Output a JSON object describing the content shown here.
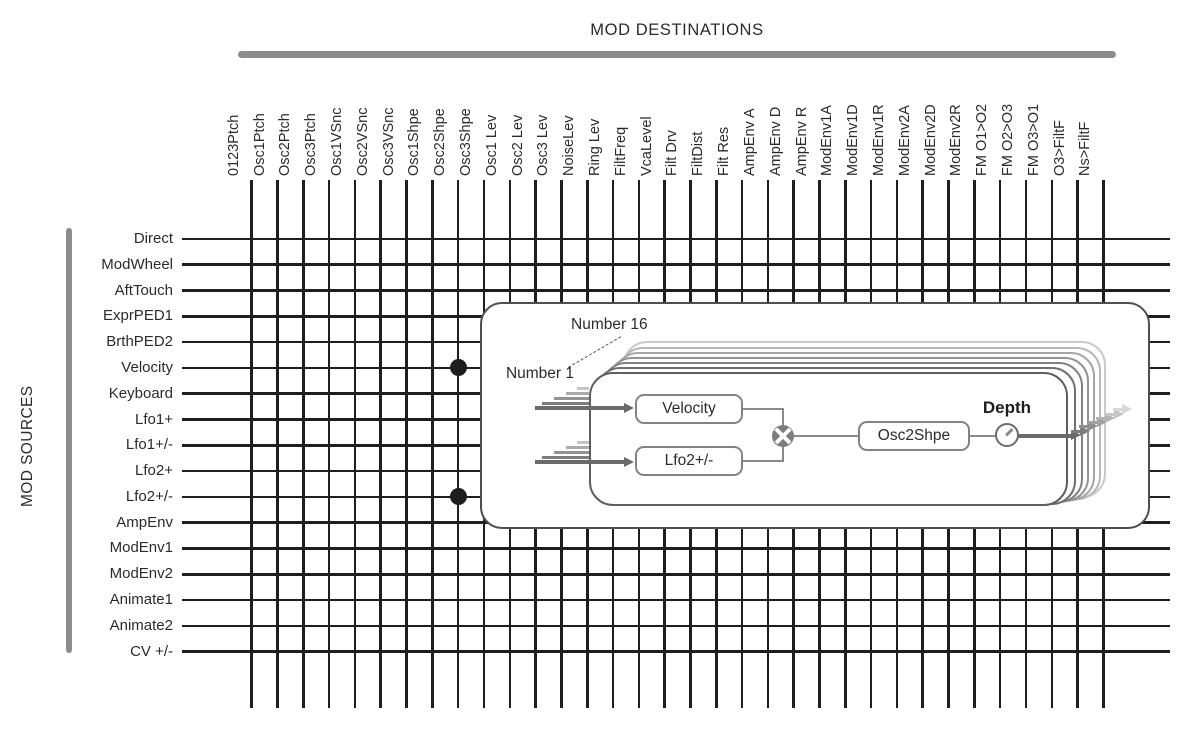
{
  "destinations_title": "MOD DESTINATIONS",
  "sources_title": "MOD SOURCES",
  "destinations": [
    "0123Ptch",
    "Osc1Ptch",
    "Osc2Ptch",
    "Osc3Ptch",
    "Osc1VSnc",
    "Osc2VSnc",
    "Osc3VSnc",
    "Osc1Shpe",
    "Osc2Shpe",
    "Osc3Shpe",
    "Osc1 Lev",
    "Osc2 Lev",
    "Osc3 Lev",
    "NoiseLev",
    "Ring Lev",
    "FiltFreq",
    "VcaLevel",
    "Filt Drv",
    "FiltDist",
    "Filt Res",
    "AmpEnv A",
    "AmpEnv D",
    "AmpEnv R",
    "ModEnv1A",
    "ModEnv1D",
    "ModEnv1R",
    "ModEnv2A",
    "ModEnv2D",
    "ModEnv2R",
    "FM O1>O2",
    "FM O2>O3",
    "FM O3>O1",
    "O3>FiltF",
    "Ns>FiltF"
  ],
  "sources": [
    "Direct",
    "ModWheel",
    "AftTouch",
    "ExprPED1",
    "BrthPED2",
    "Velocity",
    "Keyboard",
    "Lfo1+",
    "Lfo1+/-",
    "Lfo2+",
    "Lfo2+/-",
    "AmpEnv",
    "ModEnv1",
    "ModEnv2",
    "Animate1",
    "Animate2",
    "CV +/-"
  ],
  "matrix_dots": [
    {
      "source": "Velocity",
      "destination": "Osc2Shpe"
    },
    {
      "source": "Lfo2+/-",
      "destination": "Osc2Shpe"
    }
  ],
  "slot_panel": {
    "back_label": "Number 16",
    "front_label": "Number 1",
    "slot_count": 16,
    "source_a": "Velocity",
    "source_b": "Lfo2+/-",
    "destination": "Osc2Shpe",
    "depth_label": "Depth",
    "combine_icon": "multiply-circle-icon",
    "depth_icon": "knob-icon"
  },
  "colors": {
    "grid": "#1e1e1e",
    "dot": "#1e1e1e",
    "header_bar": "#8c8c8c",
    "panel_border": "#4f4f4f",
    "arrow": "#6b6b6b",
    "connector": "#8a8a8a",
    "multiply": "#7d7d7d",
    "text": "#2b2b2b",
    "card_front_border": "#5f5f5f",
    "card_back_borders": [
      "#707070",
      "#828282",
      "#949494",
      "#a6a6a6",
      "#b8b8b8",
      "#cacaca"
    ],
    "input_bar_shades": [
      "#c4c4c4",
      "#ababab",
      "#939393",
      "#7d7d7d"
    ],
    "exit_arrow_shades": [
      "#6b6b6b",
      "#7d7d7d",
      "#8f8f8f",
      "#a1a1a1",
      "#b3b3b3",
      "#c5c5c5",
      "#d7d7d7"
    ]
  }
}
